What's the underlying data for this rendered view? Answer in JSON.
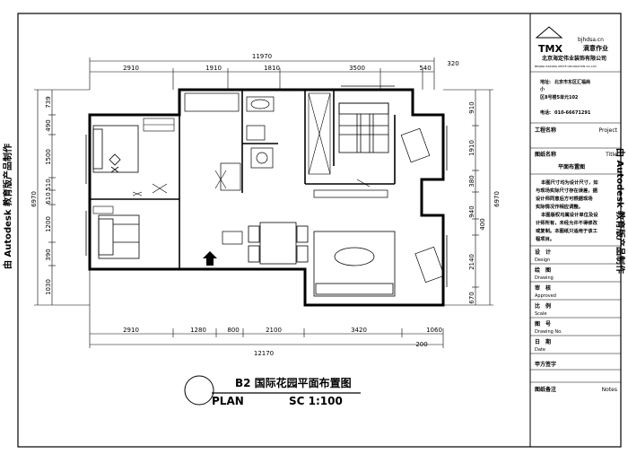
{
  "watermark": "由 Autodesk 教育版产品制作",
  "drawing": {
    "title": "B2 国际花园平面布置图",
    "plan_label": "PLAN",
    "scale_label": "SC  1:100"
  },
  "dimensions": {
    "top_overall": "11970",
    "top_segments": [
      "2910",
      "1910",
      "1810",
      "3500",
      "540",
      "320"
    ],
    "bottom_segments": [
      "2910",
      "1280",
      "800",
      "2100",
      "3420",
      "1060"
    ],
    "bottom_overall": "12170",
    "bottom_small": "200",
    "left_overall": "6970",
    "left_segments": [
      "739",
      "490",
      "1500",
      "510",
      "610",
      "1200",
      "390",
      "1030"
    ],
    "right_overall": "6970",
    "right_segments": [
      "910",
      "1910",
      "380",
      "940",
      "400",
      "2140",
      "670"
    ]
  },
  "title_block": {
    "logo_mark": "TMX",
    "logo_site": "bjhdsa.cn",
    "logo_name": "滴意作业",
    "company": "北京海定伟业装饰有限公司",
    "company_small": "BEIJING HAIDING WEIYE DECORATION CO.,LTD",
    "address_label": "地址:",
    "address_value": "北京市东区汇福商",
    "address_line2": "小",
    "address_line3": "区8号楼5单元102",
    "phone_label": "电话:",
    "phone_value": "010-66671291",
    "project_label": "工程名称",
    "project_en": "Project",
    "title_label": "图纸名称",
    "title_en": "Title",
    "title_value": "平面布置图",
    "notes": [
      "本图尺寸均为设计尺寸，如",
      "与现场实际尺寸存在误差，据",
      "设计师同意后方可根据现场",
      "实际情况作相应调整。",
      "本图版权均属设计单位及设",
      "计师所有，未经允许不得修改",
      "或复制。本图纸只适用于该工",
      "程项目。"
    ],
    "rows": [
      {
        "cn": "设　计",
        "en": "Design"
      },
      {
        "cn": "绘　图",
        "en": "Drawing"
      },
      {
        "cn": "审　核",
        "en": "Approved"
      },
      {
        "cn": "比　例",
        "en": "Scale"
      },
      {
        "cn": "图　号",
        "en": "Drawing No."
      },
      {
        "cn": "日　期",
        "en": "Date"
      }
    ],
    "sign_label": "甲方签字",
    "remark_label": "图纸备注",
    "remark_en": "Notes"
  }
}
